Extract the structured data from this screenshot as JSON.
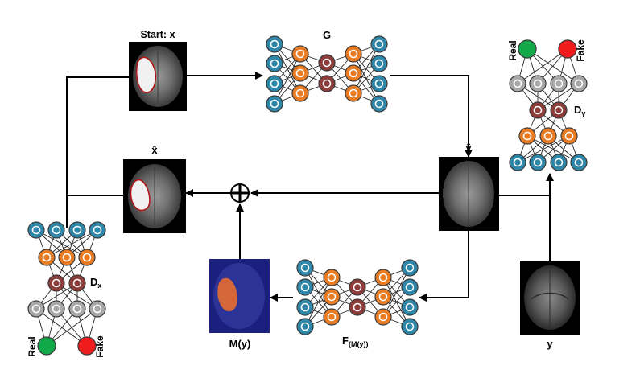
{
  "labels": {
    "start": "Start: x",
    "g": "G",
    "xhat": "x̂",
    "yhat": "ŷ",
    "dy_main": "D",
    "dy_sub": "y",
    "dx_main": "D",
    "dx_sub": "x",
    "my": "M(y)",
    "f_main": "F",
    "f_sub": "(M(y))",
    "y": "y",
    "real_top": "Real",
    "fake_top": "Fake",
    "real_bottom": "Real",
    "fake_bottom": "Fake"
  },
  "colors": {
    "teal": "#2e86a8",
    "orange": "#e97c22",
    "maroon": "#8e3c3a",
    "gray": "#a8a8a8",
    "real": "#11a94a",
    "fake": "#ee1c1c"
  }
}
